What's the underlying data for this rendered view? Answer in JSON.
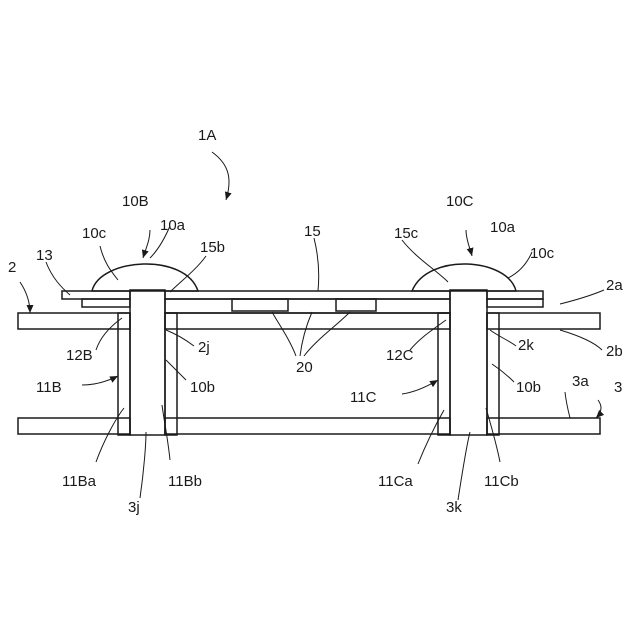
{
  "figure": {
    "labels": {
      "assembly": "1A",
      "upper_board": "2",
      "upper_surface": "2a",
      "lower_surface": "2b",
      "hole_left_upper": "2j",
      "hole_right_upper": "2k",
      "lower_board": "3",
      "lower_board_surface": "3a",
      "hole_left_lower": "3j",
      "hole_right_lower": "3k",
      "bump_left": "10B",
      "bump_right": "10C",
      "bump_top_left": "10a",
      "bump_top_right": "10a",
      "bump_edge_ll": "10c",
      "bump_edge_rr": "10c",
      "shaft_left": "10b",
      "shaft_right": "10b",
      "pillar_left": "11B",
      "pillar_right": "11C",
      "pillar_l_a": "11Ba",
      "pillar_l_b": "11Bb",
      "pillar_r_a": "11Ca",
      "pillar_r_b": "11Cb",
      "pad_left": "12B",
      "pad_right": "12C",
      "layer_13": "13",
      "flex_15": "15",
      "flex_15b": "15b",
      "flex_15c": "15c",
      "parts_20": "20"
    }
  }
}
